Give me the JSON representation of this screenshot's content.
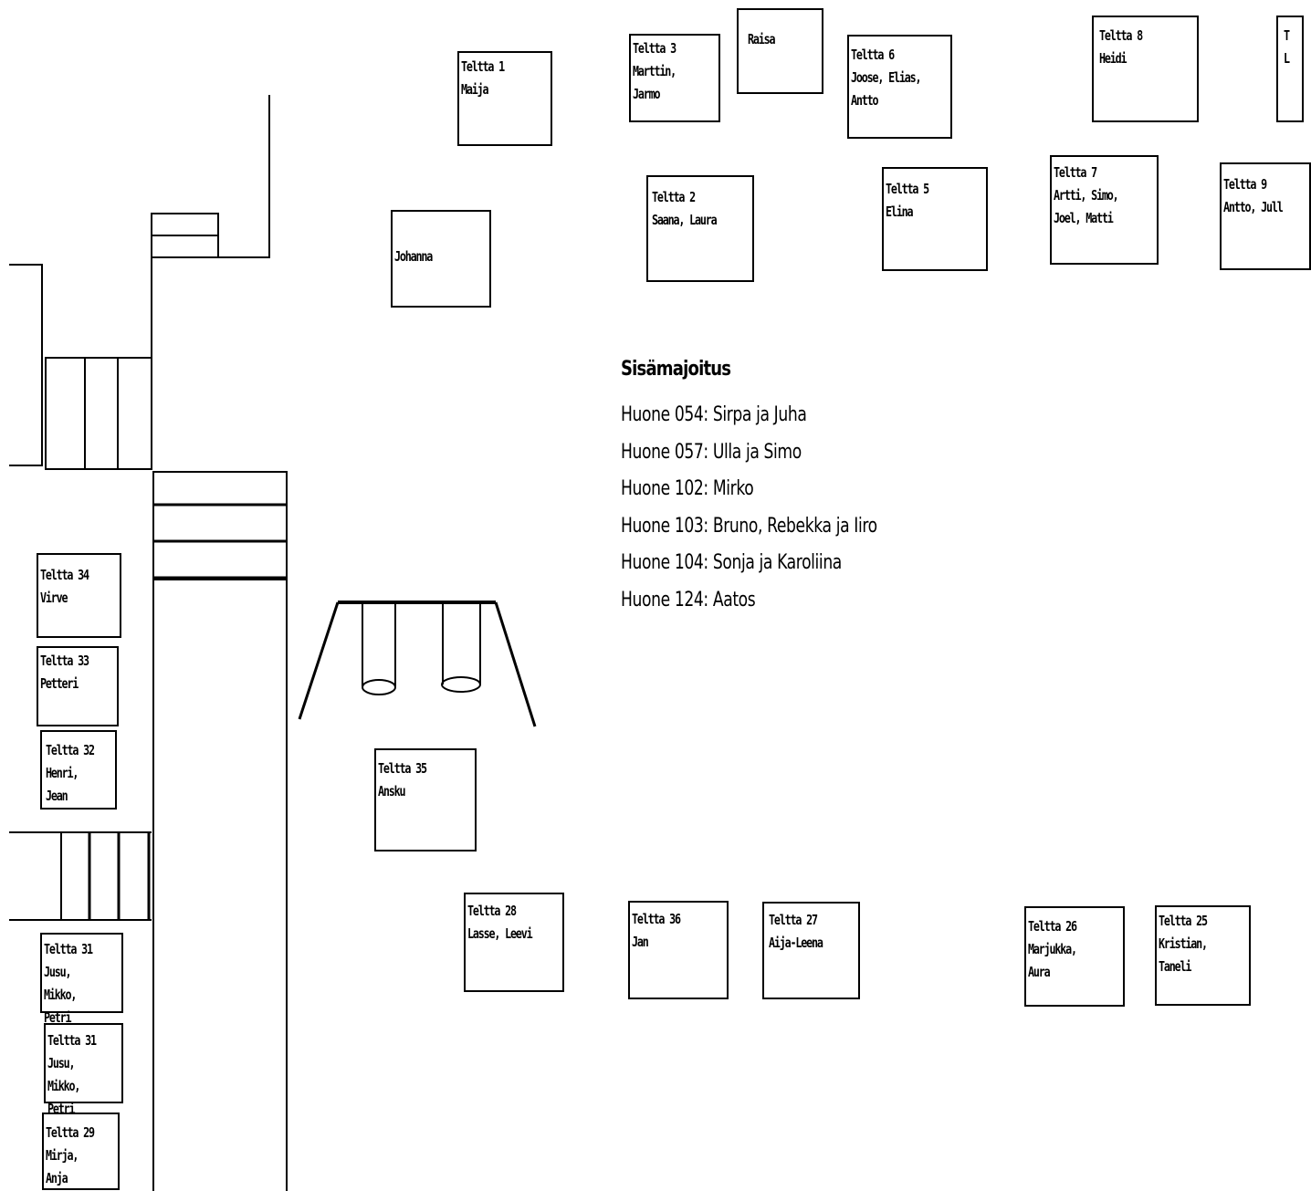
{
  "tents": [
    {
      "id": "t1",
      "text": "Teltta 1\nMaija"
    },
    {
      "id": "t3",
      "text": "Teltta 3\nMarttin,\nJarmo"
    },
    {
      "id": "raisa",
      "text": "Raisa"
    },
    {
      "id": "t6",
      "text": "Teltta 6\nJoose, Elias,\nAntto"
    },
    {
      "id": "t8",
      "text": "Teltta 8\nHeidi"
    },
    {
      "id": "t_edge",
      "text": "T\nL"
    },
    {
      "id": "johanna",
      "text": "Johanna"
    },
    {
      "id": "t2",
      "text": "Teltta 2\nSaana, Laura"
    },
    {
      "id": "t5",
      "text": "Teltta 5\nElina"
    },
    {
      "id": "t7",
      "text": "Teltta 7\nArtti, Simo,\nJoel, Matti"
    },
    {
      "id": "t9",
      "text": "Teltta 9\nAntto, Jull"
    },
    {
      "id": "t34",
      "text": "Teltta 34\nVirve"
    },
    {
      "id": "t33",
      "text": "Teltta 33\nPetteri"
    },
    {
      "id": "t32",
      "text": "Teltta 32\nHenri,\nJean"
    },
    {
      "id": "t35",
      "text": "Teltta 35\nAnsku"
    },
    {
      "id": "t28",
      "text": "Teltta 28\nLasse, Leevi"
    },
    {
      "id": "t36",
      "text": "Teltta 36\nJan"
    },
    {
      "id": "t27",
      "text": "Teltta 27\nAija-Leena"
    },
    {
      "id": "t26",
      "text": "Teltta 26\nMarjukka,\nAura"
    },
    {
      "id": "t25",
      "text": "Teltta 25\nKristian,\nTaneli"
    },
    {
      "id": "t31a",
      "text": "Teltta 31\nJusu, Mikko,\nPetri"
    },
    {
      "id": "t31b",
      "text": "Teltta 31\nJusu, Mikko,\nPetri"
    },
    {
      "id": "t29",
      "text": "Teltta 29\nMirja, Anja"
    }
  ],
  "indoor": {
    "title": "Sisämajoitus",
    "rooms": [
      "Huone 054: Sirpa ja Juha",
      "Huone 057: Ulla ja Simo",
      "Huone 102: Mirko",
      "Huone 103: Bruno, Rebekka ja Iiro",
      "Huone 104: Sonja ja Karoliina",
      "Huone 124: Aatos"
    ]
  }
}
